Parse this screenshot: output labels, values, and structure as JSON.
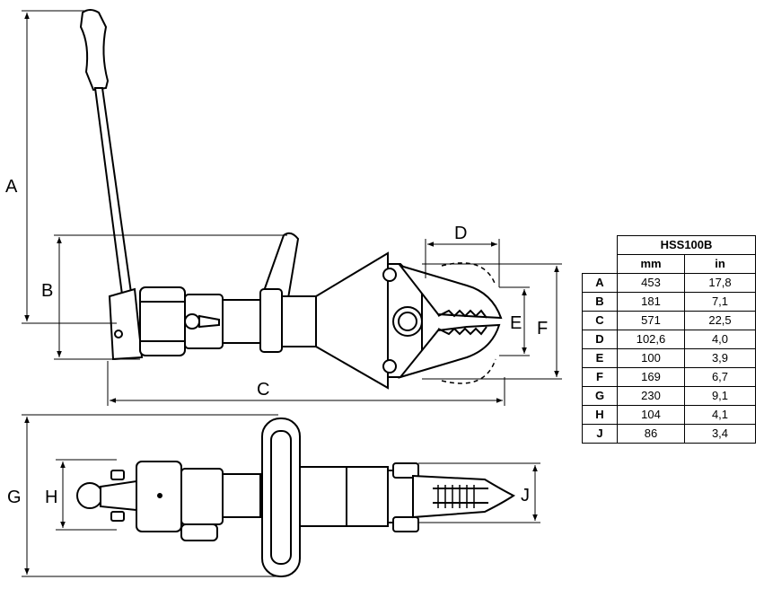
{
  "dimension_labels": {
    "a": "A",
    "b": "B",
    "c": "C",
    "d": "D",
    "e": "E",
    "f": "F",
    "g": "G",
    "h": "H",
    "j": "J"
  },
  "spec_table": {
    "title": "HSS100B",
    "units": [
      "mm",
      "in"
    ],
    "rows": [
      {
        "key": "A",
        "mm": "453",
        "in": "17,8"
      },
      {
        "key": "B",
        "mm": "181",
        "in": "7,1"
      },
      {
        "key": "C",
        "mm": "571",
        "in": "22,5"
      },
      {
        "key": "D",
        "mm": "102,6",
        "in": "4,0"
      },
      {
        "key": "E",
        "mm": "100",
        "in": "3,9"
      },
      {
        "key": "F",
        "mm": "169",
        "in": "6,7"
      },
      {
        "key": "G",
        "mm": "230",
        "in": "9,1"
      },
      {
        "key": "H",
        "mm": "104",
        "in": "4,1"
      },
      {
        "key": "J",
        "mm": "86",
        "in": "3,4"
      }
    ]
  },
  "colors": {
    "line": "#000000",
    "fill": "#ffffff",
    "dim": "#000000"
  }
}
